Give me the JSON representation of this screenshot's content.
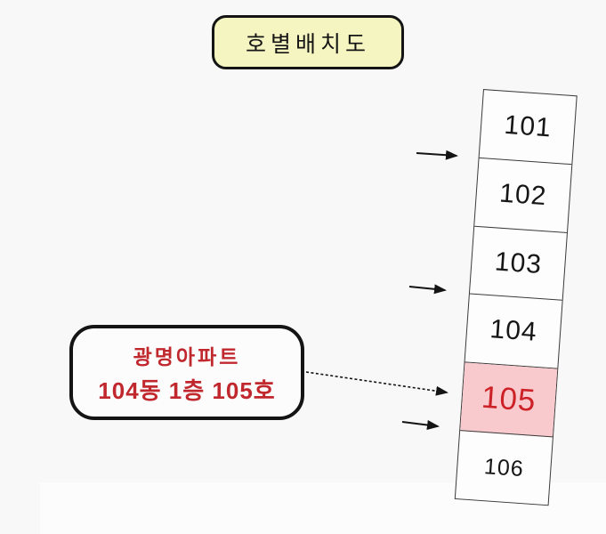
{
  "title": {
    "label": "호별배치도"
  },
  "building": {
    "units": [
      {
        "number": "101",
        "highlighted": false
      },
      {
        "number": "102",
        "highlighted": false
      },
      {
        "number": "103",
        "highlighted": false
      },
      {
        "number": "104",
        "highlighted": false
      },
      {
        "number": "105",
        "highlighted": true
      },
      {
        "number": "106",
        "highlighted": false
      }
    ],
    "highlighted_unit": "105"
  },
  "callout": {
    "line1": "광명아파트",
    "line2": "104동 1층 105호"
  },
  "icons": {
    "pointer_arrow_1": "arrow-right",
    "pointer_arrow_2": "arrow-right",
    "pointer_arrow_3": "arrow-right",
    "callout_connector": "dotted-arrow-right"
  },
  "colors": {
    "background": "#f8f8f8",
    "title_fill": "#f5f5c2",
    "highlight_fill": "#f8cacd",
    "highlight_text": "#cc2127",
    "callout_text": "#c0282e",
    "border": "#141414",
    "line": "#3a3a3a"
  }
}
